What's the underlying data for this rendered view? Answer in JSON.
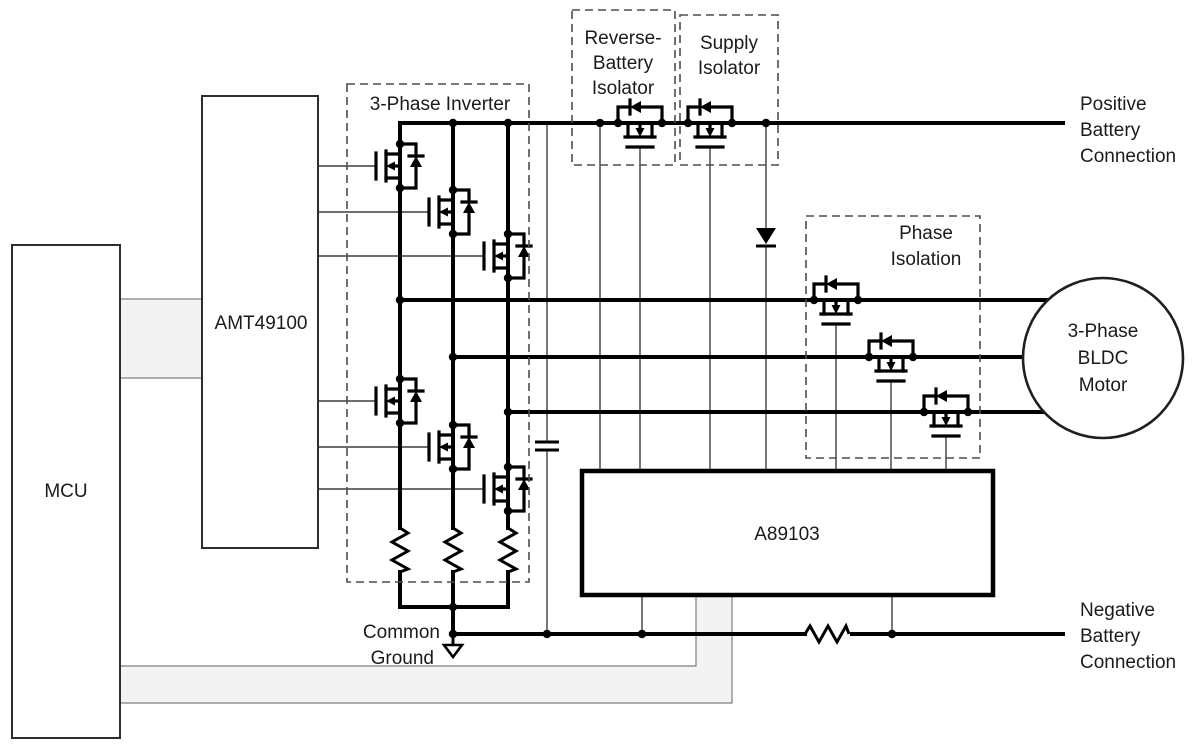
{
  "blocks": {
    "mcu": "MCU",
    "predriver": "AMT49100",
    "protection_ic": "A89103"
  },
  "group_labels": {
    "inverter": "3-Phase Inverter",
    "reverse_battery_isolator": [
      "Reverse-",
      "Battery",
      "Isolator"
    ],
    "supply_isolator": [
      "Supply",
      "Isolator"
    ],
    "phase_isolation": [
      "Phase",
      "Isolation"
    ]
  },
  "motor_label": [
    "3-Phase",
    "BLDC",
    "Motor"
  ],
  "terminal_labels": {
    "positive": [
      "Positive",
      "Battery",
      "Connection"
    ],
    "negative": [
      "Negative",
      "Battery",
      "Connection"
    ],
    "common_ground": [
      "Common",
      "Ground"
    ]
  },
  "colors": {
    "wire": "#000000",
    "signal_wire": "#3f3f3f",
    "bus_fill": "#f3f3f3",
    "bus_stroke": "#7f7f7f",
    "text": "#1b1b1b",
    "background": "#ffffff"
  }
}
